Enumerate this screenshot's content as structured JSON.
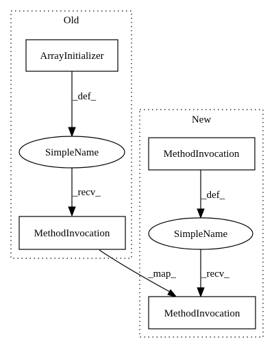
{
  "clusters": {
    "old": {
      "label": "Old"
    },
    "new": {
      "label": "New"
    }
  },
  "nodes": {
    "old_array_initializer": "ArrayInitializer",
    "old_simple_name": "SimpleName",
    "old_method_invocation": "MethodInvocation",
    "new_method_invocation_top": "MethodInvocation",
    "new_simple_name": "SimpleName",
    "new_method_invocation_bottom": "MethodInvocation"
  },
  "edges": {
    "old_def": "_def_",
    "old_recv": "_recv_",
    "new_def": "_def_",
    "new_recv": "_recv_",
    "map": "_map_"
  }
}
